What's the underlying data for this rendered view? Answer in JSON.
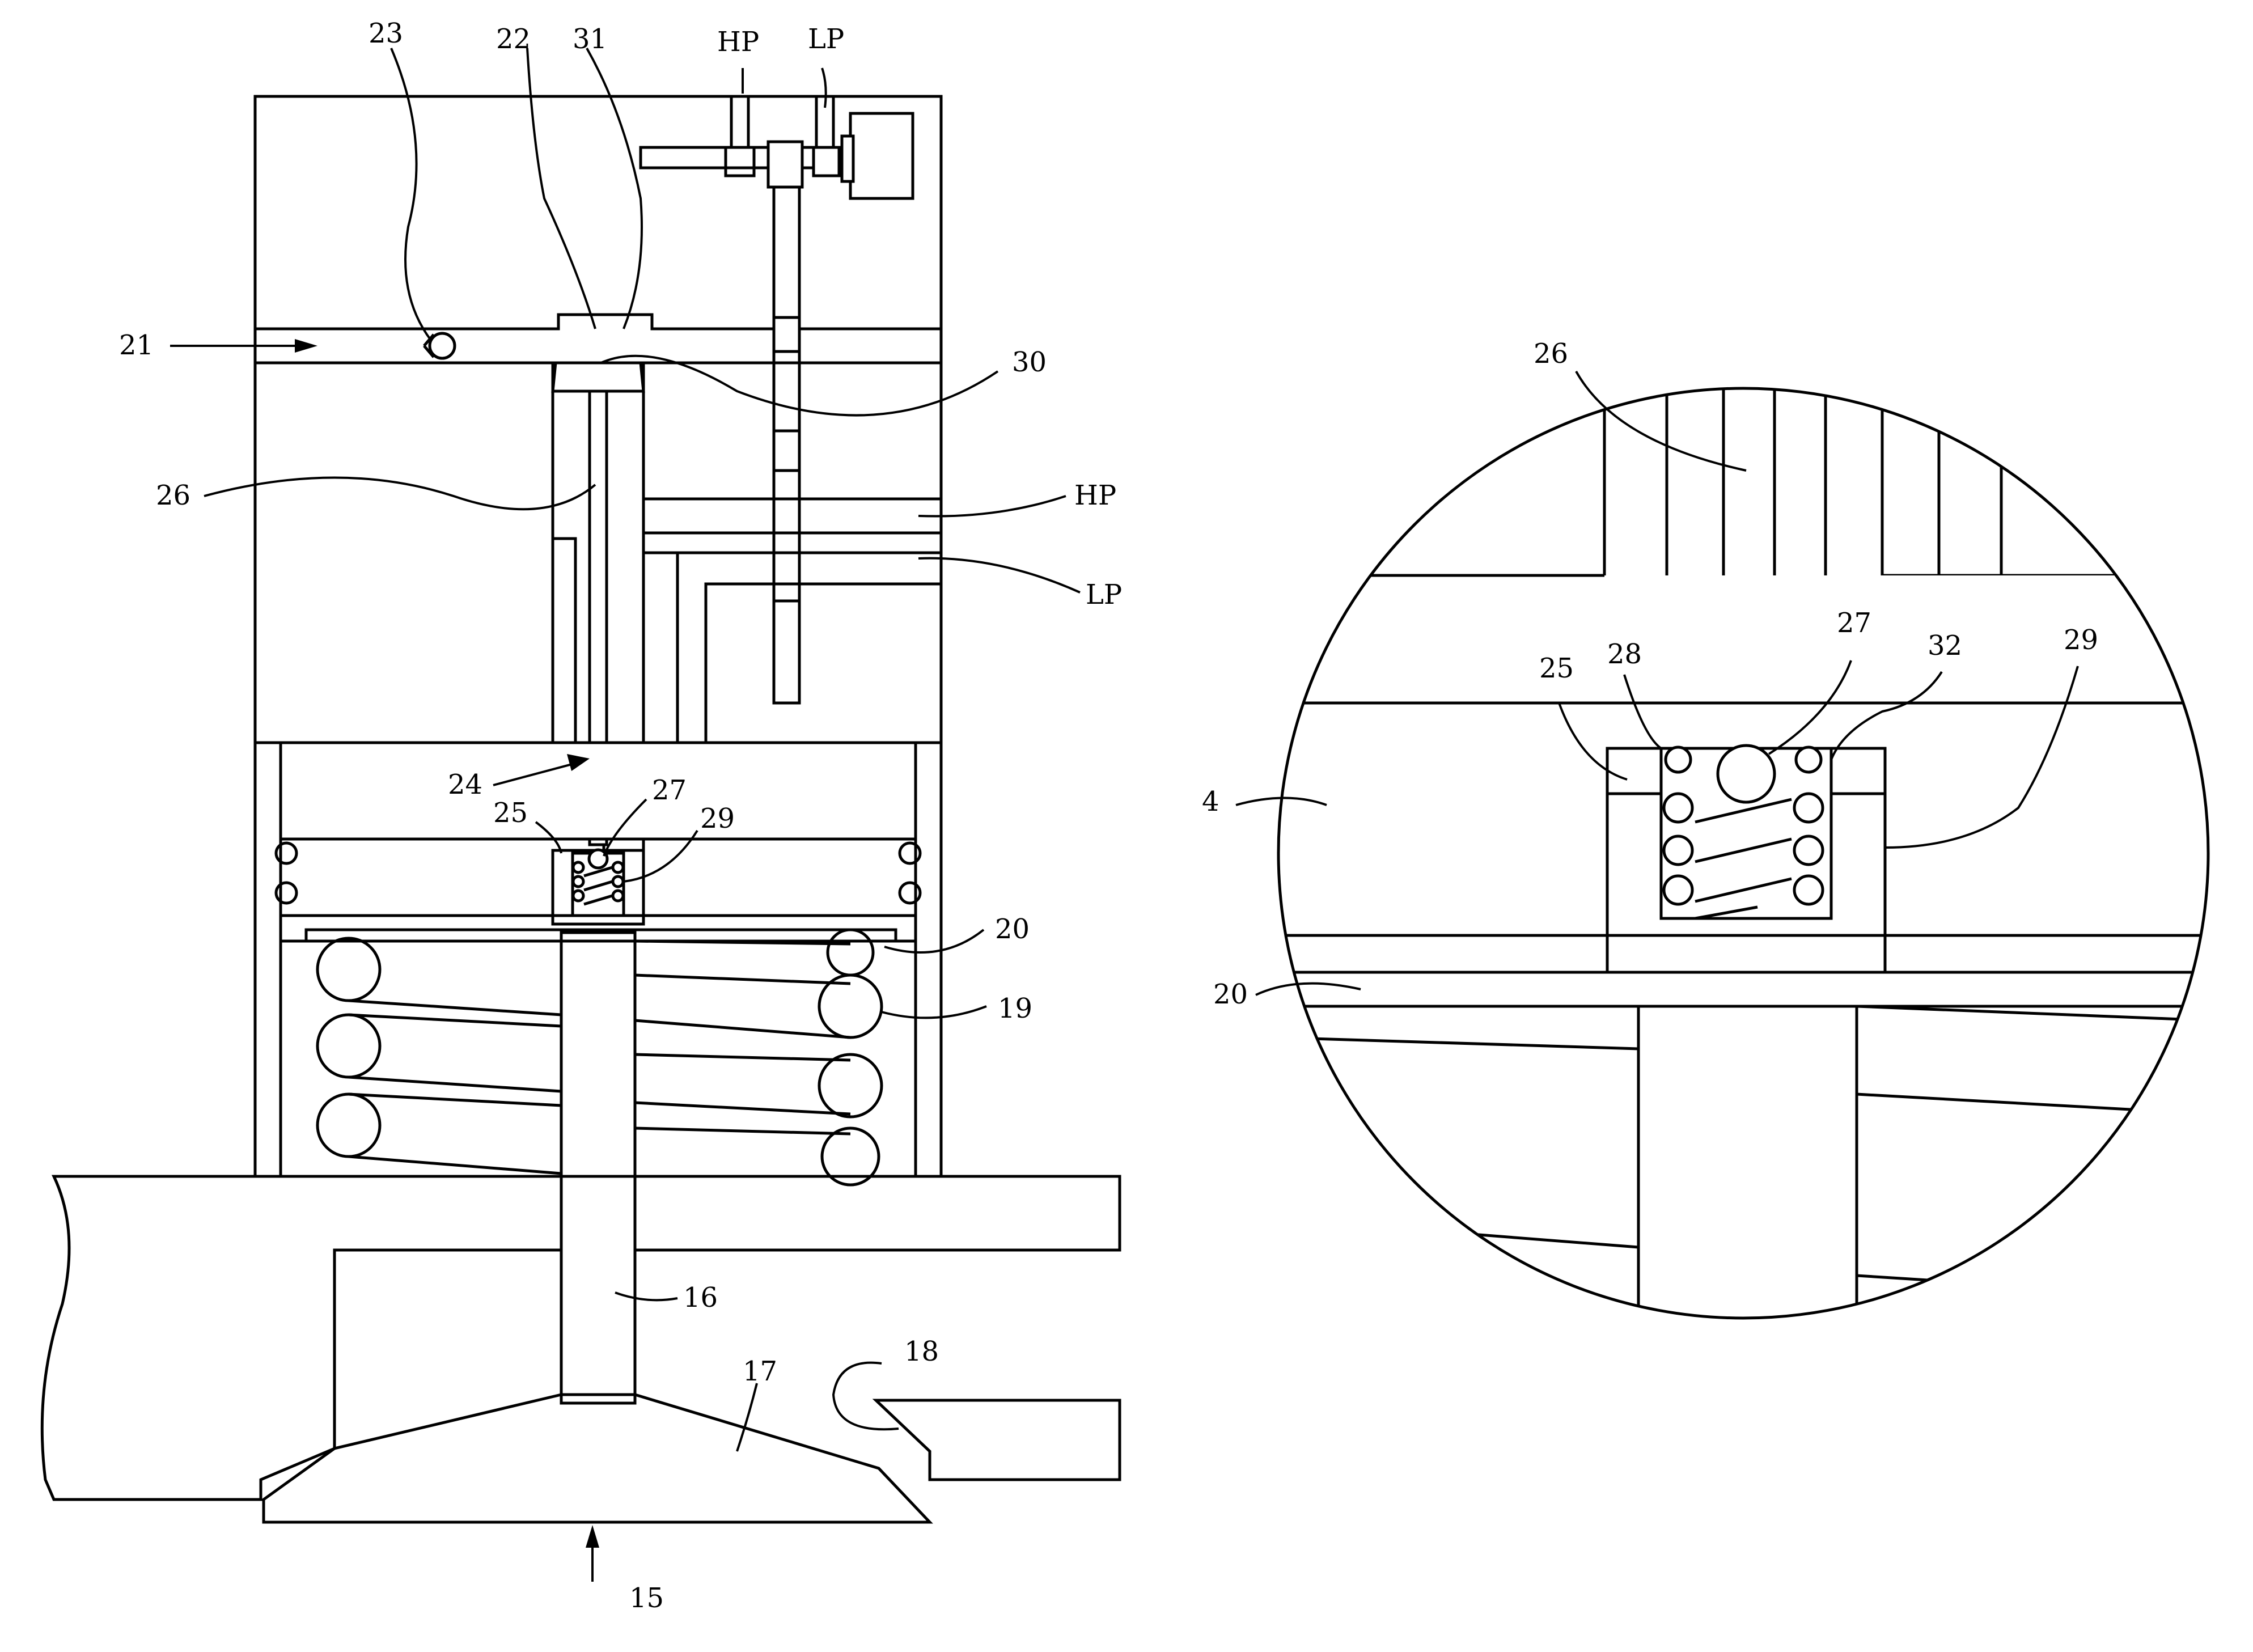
{
  "figure": {
    "main_labels": [
      {
        "id": "l23",
        "text": "23"
      },
      {
        "id": "l22",
        "text": "22"
      },
      {
        "id": "l31",
        "text": "31"
      },
      {
        "id": "lHP_top",
        "text": "HP"
      },
      {
        "id": "lLP_top",
        "text": "LP"
      },
      {
        "id": "l21",
        "text": "21"
      },
      {
        "id": "l30",
        "text": "30"
      },
      {
        "id": "l26",
        "text": "26"
      },
      {
        "id": "lHP_side",
        "text": "HP"
      },
      {
        "id": "lLP_side",
        "text": "LP"
      },
      {
        "id": "l24",
        "text": "24"
      },
      {
        "id": "l25",
        "text": "25"
      },
      {
        "id": "l27",
        "text": "27"
      },
      {
        "id": "l29",
        "text": "29"
      },
      {
        "id": "l20",
        "text": "20"
      },
      {
        "id": "l19",
        "text": "19"
      },
      {
        "id": "l16",
        "text": "16"
      },
      {
        "id": "l17",
        "text": "17"
      },
      {
        "id": "l18",
        "text": "18"
      },
      {
        "id": "l15",
        "text": "15"
      }
    ],
    "detail_labels": [
      {
        "id": "d26",
        "text": "26"
      },
      {
        "id": "d27",
        "text": "27"
      },
      {
        "id": "d32",
        "text": "32"
      },
      {
        "id": "d29",
        "text": "29"
      },
      {
        "id": "d25",
        "text": "25"
      },
      {
        "id": "d28",
        "text": "28"
      },
      {
        "id": "d4",
        "text": "4"
      },
      {
        "id": "d20",
        "text": "20"
      }
    ]
  }
}
